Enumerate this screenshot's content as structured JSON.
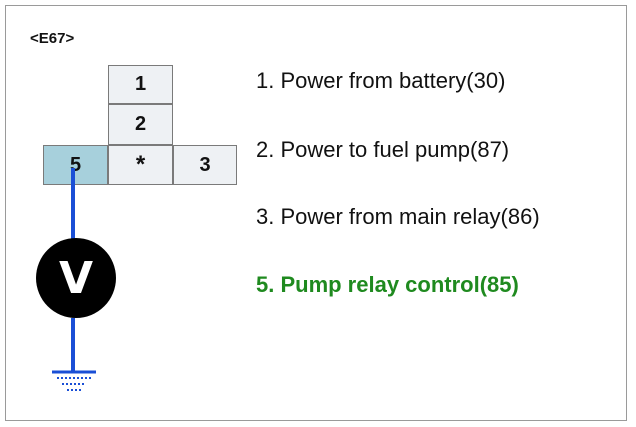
{
  "connector": {
    "label": "<E67>",
    "pins": {
      "top": "1",
      "middle": "2",
      "left": "5",
      "center": "*",
      "right": "3"
    }
  },
  "meter": {
    "symbol": "V"
  },
  "legend": [
    {
      "text": "1. Power from battery(30)",
      "color": "#111111"
    },
    {
      "text": "2. Power to fuel pump(87)",
      "color": "#111111"
    },
    {
      "text": "3. Power from main relay(86)",
      "color": "#111111"
    },
    {
      "text": "5. Pump relay control(85)",
      "color": "#1f8a1f"
    }
  ],
  "colors": {
    "highlight_pin": "#a7d0dc",
    "probe_wire": "#1a4fd6",
    "meter": "#000000"
  }
}
